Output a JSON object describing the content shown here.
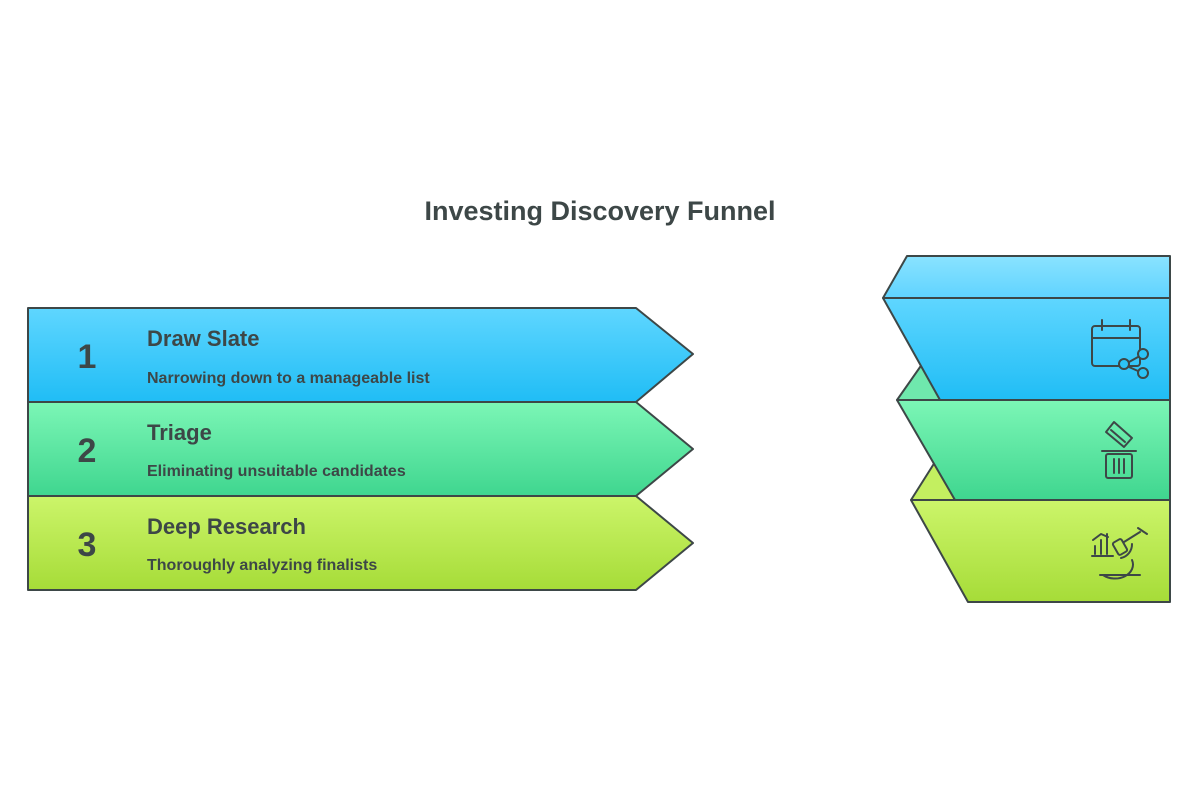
{
  "title": "Investing Discovery Funnel",
  "steps": [
    {
      "number": "1",
      "title": "Draw Slate",
      "description": "Narrowing down to a manageable list",
      "icon": "calendar-share-icon",
      "color_top": "#5fd6ff",
      "color_bottom": "#20bdf5"
    },
    {
      "number": "2",
      "title": "Triage",
      "description": "Eliminating unsuitable candidates",
      "icon": "trash-icon",
      "color_top": "#7cf6b6",
      "color_bottom": "#3fd68f"
    },
    {
      "number": "3",
      "title": "Deep Research",
      "description": "Thoroughly analyzing finalists",
      "icon": "microscope-chart-icon",
      "color_top": "#ccf56a",
      "color_bottom": "#a6dc38"
    }
  ]
}
